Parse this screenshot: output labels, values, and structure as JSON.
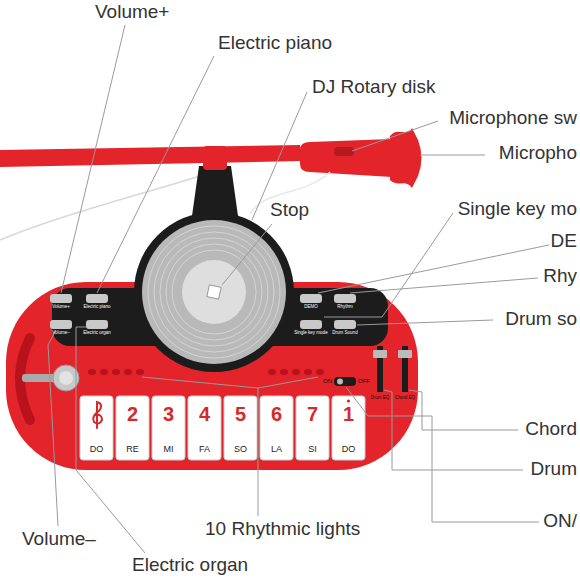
{
  "diagram": {
    "nodes": [
      {
        "text": [
          "DO"
        ]
      },
      {
        "text": [
          "2",
          "RE"
        ]
      },
      {
        "text": [
          "3",
          "MI"
        ]
      },
      {
        "text": [
          "4",
          "FA"
        ]
      },
      {
        "text": [
          "5",
          "SO"
        ]
      },
      {
        "text": [
          "6",
          "LA"
        ]
      },
      {
        "text": [
          "7",
          "SI"
        ]
      },
      {
        "text": [
          "1",
          "DO"
        ]
      }
    ],
    "labels": [
      "Volume+",
      "Electric piano",
      "DJ Rotary disk",
      "Microphone sw",
      "Micropho",
      "Stop",
      "Single key mo",
      "DE",
      "Rhy",
      "Drum so",
      "Chord",
      "Drum",
      "ON/",
      "10 Rhythmic lights",
      "Volume–",
      "Electric organ",
      "Volume+",
      "Electric piano",
      "Volume–",
      "Electric organ",
      "DEMO",
      "Rhythm",
      "Single key mode",
      "Drum Sound",
      "ON",
      "OFF",
      "Drum EQ",
      "Chord EQ"
    ]
  }
}
